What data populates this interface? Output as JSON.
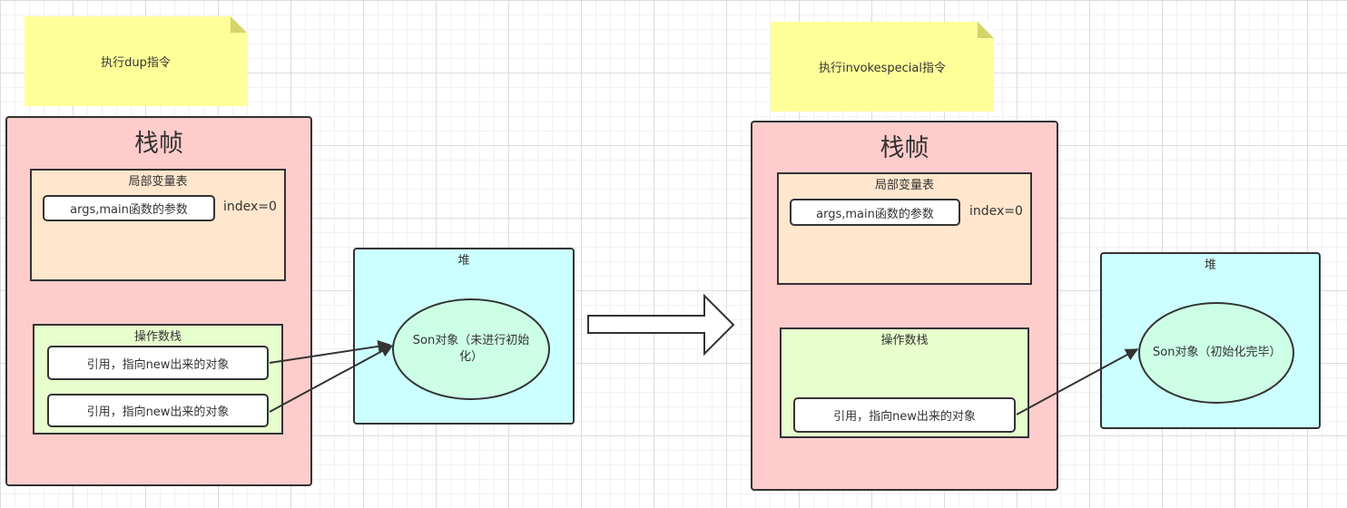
{
  "left": {
    "note": "执行dup指令",
    "frame_title": "栈帧",
    "locals_title": "局部变量表",
    "locals_slot": "args,main函数的参数",
    "locals_index": "index=0",
    "opstack_title": "操作数栈",
    "opstack_items": [
      "引用，指向new出来的对象",
      "引用，指向new出来的对象"
    ],
    "heap_title": "堆",
    "heap_object": "Son对象（未进行初始化）"
  },
  "right": {
    "note": "执行invokespecial指令",
    "frame_title": "栈帧",
    "locals_title": "局部变量表",
    "locals_slot": "args,main函数的参数",
    "locals_index": "index=0",
    "opstack_title": "操作数栈",
    "opstack_items": [
      "引用，指向new出来的对象"
    ],
    "heap_title": "堆",
    "heap_object": "Son对象（初始化完毕）"
  },
  "colors": {
    "note": "#ffff99",
    "frame": "#ffcccc",
    "locals": "#ffe6cc",
    "opstack": "#e6ffcc",
    "heap": "#ccffff",
    "object": "#ccffe6",
    "stroke": "#333333"
  }
}
